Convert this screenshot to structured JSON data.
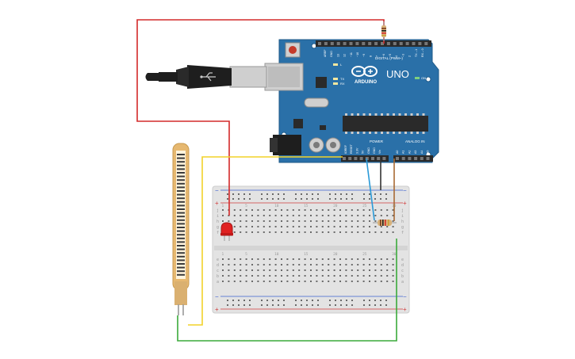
{
  "arduino": {
    "brand": "ARDUINO",
    "model": "UNO",
    "digital_header": "DIGITAL (PWM~)",
    "power_header": "POWER",
    "analog_header": "ANALOG IN",
    "on_label": "ON",
    "tx_label": "TX",
    "rx_label": "RX",
    "l_label": "L",
    "digital_pins": [
      "AREF",
      "GND",
      "13",
      "12",
      "~11",
      "~10",
      "~9",
      "8",
      "7",
      "~6",
      "~5",
      "4",
      "~3",
      "2",
      "TX→1",
      "RX←0"
    ],
    "power_pins": [
      "IOREF",
      "RESET",
      "3.3V",
      "5V",
      "GND",
      "GND",
      "Vin"
    ],
    "analog_pins": [
      "A0",
      "A1",
      "A2",
      "A3",
      "A4",
      "A5"
    ]
  },
  "breadboard": {
    "row_letters_top": [
      "j",
      "i",
      "h",
      "g",
      "f"
    ],
    "row_letters_bottom": [
      "e",
      "d",
      "c",
      "b",
      "a"
    ],
    "column_numbers": [
      "1",
      "5",
      "10",
      "15",
      "20",
      "25",
      "30"
    ]
  },
  "colors": {
    "arduino_board": "#2a70a8",
    "wire_red": "#d42a2a",
    "wire_yellow": "#f2d229",
    "wire_green": "#3aaa3a",
    "wire_blue": "#2a9ad8",
    "wire_brown": "#a86a34",
    "wire_black": "#333333",
    "led_red": "#e02020"
  }
}
